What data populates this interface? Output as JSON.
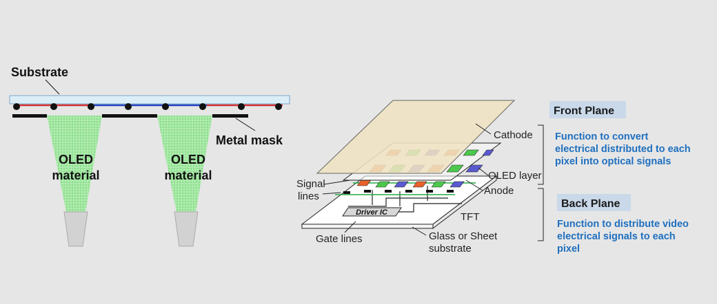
{
  "left": {
    "substrate_label": "Substrate",
    "metal_mask_label": "Metal mask",
    "oled_material_1_line1": "OLED",
    "oled_material_1_line2": "material",
    "oled_material_2_line1": "OLED",
    "oled_material_2_line2": "material"
  },
  "right": {
    "cathode_label": "Cathode",
    "oled_layer_label": "OLED layer",
    "anode_label": "Anode",
    "signal_lines_line1": "Signal",
    "signal_lines_line2": "lines",
    "tft_label": "TFT",
    "gate_lines_label": "Gate lines",
    "glass_line1": "Glass or Sheet",
    "glass_line2": "substrate",
    "driver_ic_label": "Driver IC"
  },
  "planes": {
    "front_title": "Front Plane",
    "front_desc": [
      "Function to convert",
      "electrical distributed to each",
      "pixel into optical signals"
    ],
    "back_title": "Back Plane",
    "back_desc": [
      "Function to distribute video",
      "electrical signals to each",
      "pixel"
    ]
  },
  "colors": {
    "background": "#e6e6e6",
    "substrate": "#dbeef7",
    "green_spray": "#7ee07e",
    "red_pixel": "#e8602a",
    "green_pixel": "#4cc94c",
    "blue_pixel": "#5a5ad0",
    "cathode": "#efe2c2",
    "accent_blue": "#1f6fbf",
    "label_box": "#c9d9ea"
  }
}
